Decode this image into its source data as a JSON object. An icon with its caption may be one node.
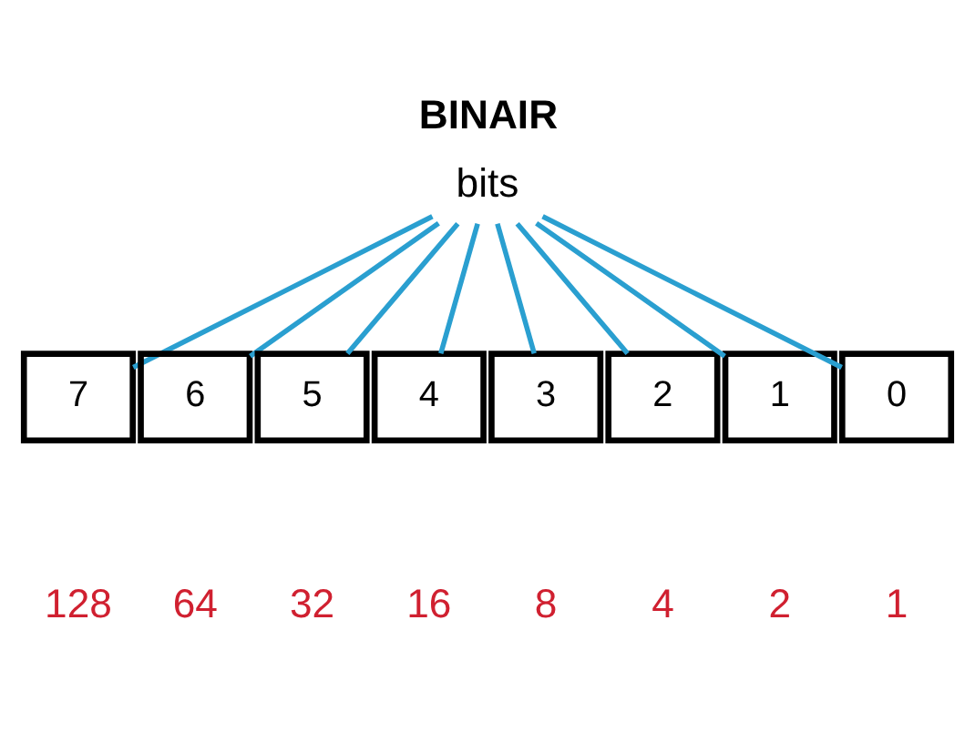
{
  "diagram": {
    "title": "BINAIR",
    "nodes": [
      {
        "text": [
          "bits"
        ]
      },
      {
        "text": [
          "7"
        ]
      },
      {
        "text": [
          "6"
        ]
      },
      {
        "text": [
          "5"
        ]
      },
      {
        "text": [
          "4"
        ]
      },
      {
        "text": [
          "3"
        ]
      },
      {
        "text": [
          "2"
        ]
      },
      {
        "text": [
          "1"
        ]
      },
      {
        "text": [
          "0"
        ]
      }
    ],
    "edges": [
      {
        "from": 0,
        "to": 1,
        "arrow": "none"
      },
      {
        "from": 0,
        "to": 2,
        "arrow": "none"
      },
      {
        "from": 0,
        "to": 3,
        "arrow": "none"
      },
      {
        "from": 0,
        "to": 4,
        "arrow": "none"
      },
      {
        "from": 0,
        "to": 5,
        "arrow": "none"
      },
      {
        "from": 0,
        "to": 6,
        "arrow": "none"
      },
      {
        "from": 0,
        "to": 7,
        "arrow": "none"
      },
      {
        "from": 0,
        "to": 8,
        "arrow": "none"
      }
    ],
    "labels": [
      "128",
      "64",
      "32",
      "16",
      "8",
      "4",
      "2",
      "1"
    ]
  }
}
